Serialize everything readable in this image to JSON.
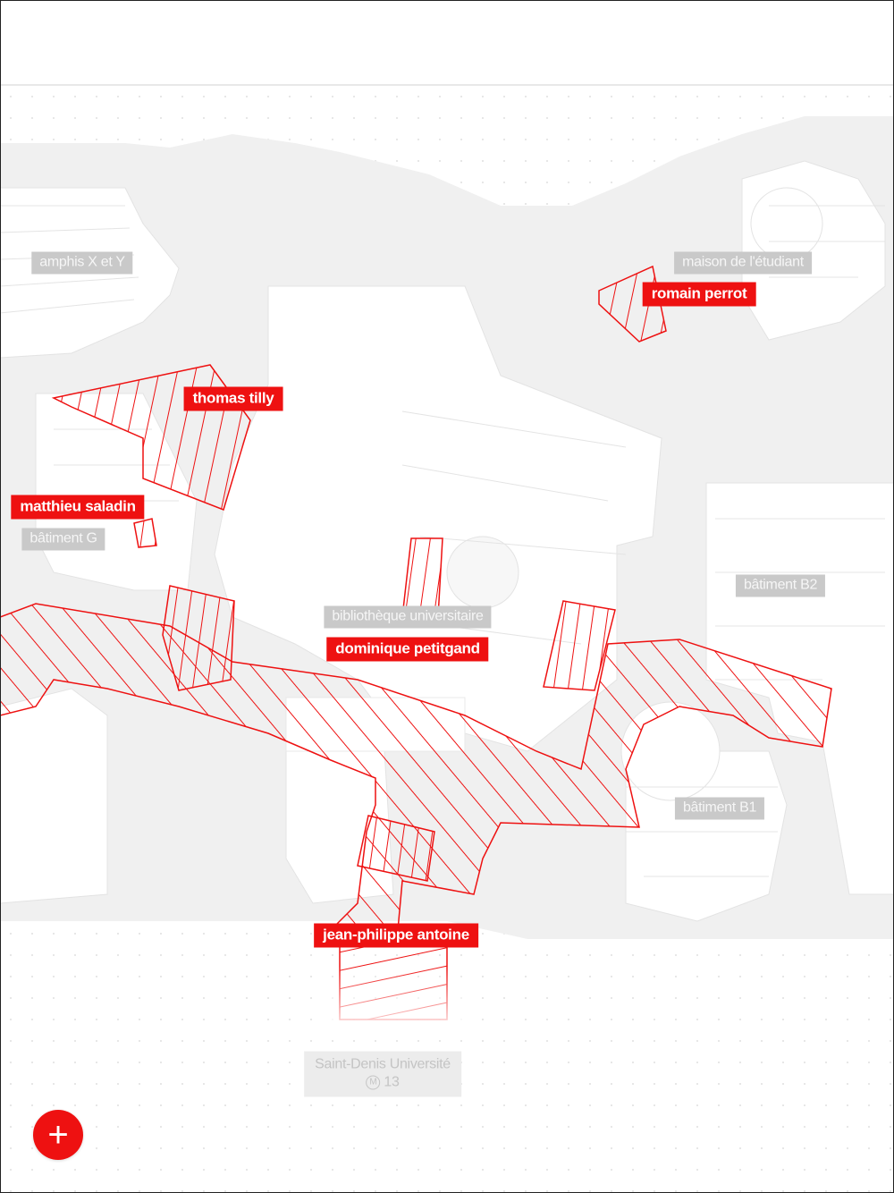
{
  "map": {
    "buildings": {
      "amphis": "amphis X et Y",
      "maison": "maison de l'étudiant",
      "batiment_g": "bâtiment G",
      "bibliotheque": "bibliothèque universitaire",
      "batiment_b2": "bâtiment B2",
      "batiment_b1": "bâtiment B1"
    },
    "people": {
      "romain": "romain perrot",
      "thomas": "thomas tilly",
      "matthieu": "matthieu saladin",
      "dominique": "dominique petitgand",
      "jean_philippe": "jean-philippe antoine"
    },
    "metro": {
      "station": "Saint-Denis Université",
      "line_symbol": "M",
      "line": "13"
    },
    "colors": {
      "accent": "#ee1111",
      "ground": "#f0f0f0",
      "label_grey": "#c9c9c9"
    }
  },
  "controls": {
    "add_icon": "plus-icon",
    "add_symbol": "+"
  }
}
